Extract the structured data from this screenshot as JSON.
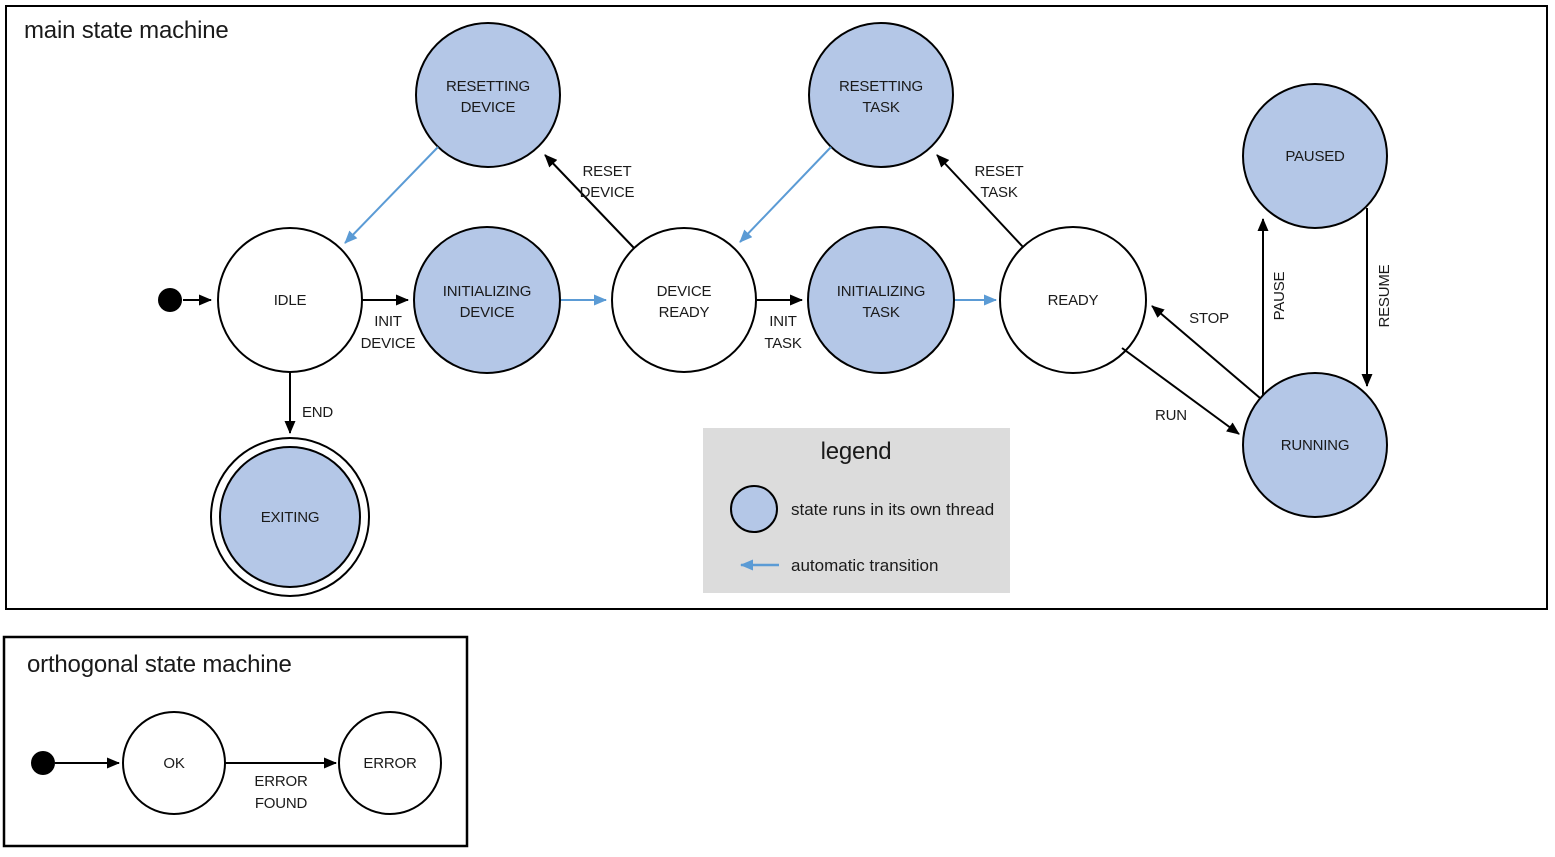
{
  "colors": {
    "threaded_state_fill": "#b4c7e7",
    "state_stroke": "#000000",
    "auto_transition_blue": "#5b9bd5",
    "legend_background": "#dcdcdc"
  },
  "main_machine": {
    "title": "main state machine",
    "states": {
      "idle": {
        "label": "IDLE"
      },
      "initializing_device": {
        "line1": "INITIALIZING",
        "line2": "DEVICE"
      },
      "device_ready": {
        "line1": "DEVICE",
        "line2": "READY"
      },
      "initializing_task": {
        "line1": "INITIALIZING",
        "line2": "TASK"
      },
      "ready": {
        "label": "READY"
      },
      "resetting_device": {
        "line1": "RESETTING",
        "line2": "DEVICE"
      },
      "resetting_task": {
        "line1": "RESETTING",
        "line2": "TASK"
      },
      "paused": {
        "label": "PAUSED"
      },
      "running": {
        "label": "RUNNING"
      },
      "exiting": {
        "label": "EXITING"
      }
    },
    "transitions": {
      "init_device": {
        "line1": "INIT",
        "line2": "DEVICE"
      },
      "init_task": {
        "line1": "INIT",
        "line2": "TASK"
      },
      "reset_device": {
        "line1": "RESET",
        "line2": "DEVICE"
      },
      "reset_task": {
        "line1": "RESET",
        "line2": "TASK"
      },
      "end": {
        "label": "END"
      },
      "run": {
        "label": "RUN"
      },
      "stop": {
        "label": "STOP"
      },
      "pause": {
        "label": "PAUSE"
      },
      "resume": {
        "label": "RESUME"
      }
    },
    "legend": {
      "title": "legend",
      "thread_item_label": "state runs in its own thread",
      "auto_item_label": "automatic transition"
    }
  },
  "orthogonal_machine": {
    "title": "orthogonal state machine",
    "states": {
      "ok": {
        "label": "OK"
      },
      "error": {
        "label": "ERROR"
      }
    },
    "transitions": {
      "error_found": {
        "line1": "ERROR",
        "line2": "FOUND"
      }
    }
  }
}
